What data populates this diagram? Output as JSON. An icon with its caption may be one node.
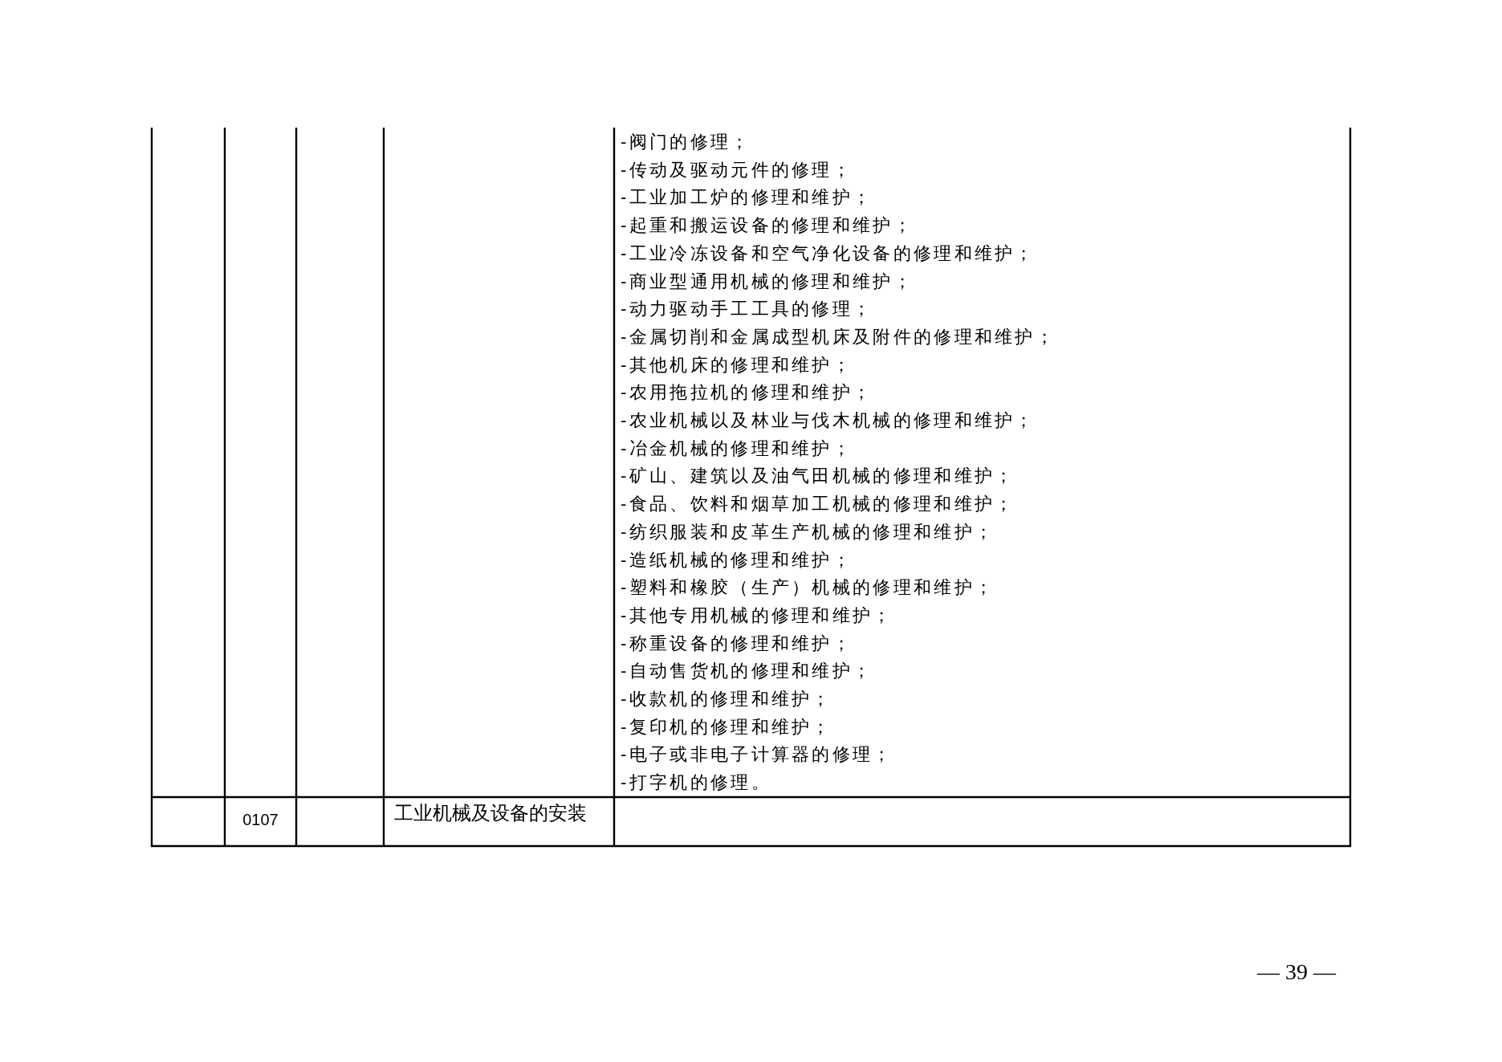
{
  "diagram": {
    "labels": [
      "-阀门的修理；",
      "-传动及驱动元件的修理；",
      "-工业加工炉的修理和维护；",
      "-起重和搬运设备的修理和维护；",
      "-工业冷冻设备和空气净化设备的修理和维护；",
      "-商业型通用机械的修理和维护；",
      "-动力驱动手工工具的修理；",
      "-金属切削和金属成型机床及附件的修理和维护；",
      "-其他机床的修理和维护；",
      "-农用拖拉机的修理和维护；",
      "-农业机械以及林业与伐木机械的修理和维护；",
      "-冶金机械的修理和维护；",
      "-矿山、建筑以及油气田机械的修理和维护；",
      "-食品、饮料和烟草加工机械的修理和维护；",
      "-纺织服装和皮革生产机械的修理和维护；",
      "-造纸机械的修理和维护；",
      "-塑料和橡胶（生产）机械的修理和维护；",
      "-其他专用机械的修理和维护；",
      "-称重设备的修理和维护；",
      "-自动售货机的修理和维护；",
      "-收款机的修理和维护；",
      "-复印机的修理和维护；",
      "-电子或非电子计算器的修理；",
      "-打字机的修理。",
      "0107",
      "工业机械及设备的安装",
      "— 39 —"
    ]
  }
}
